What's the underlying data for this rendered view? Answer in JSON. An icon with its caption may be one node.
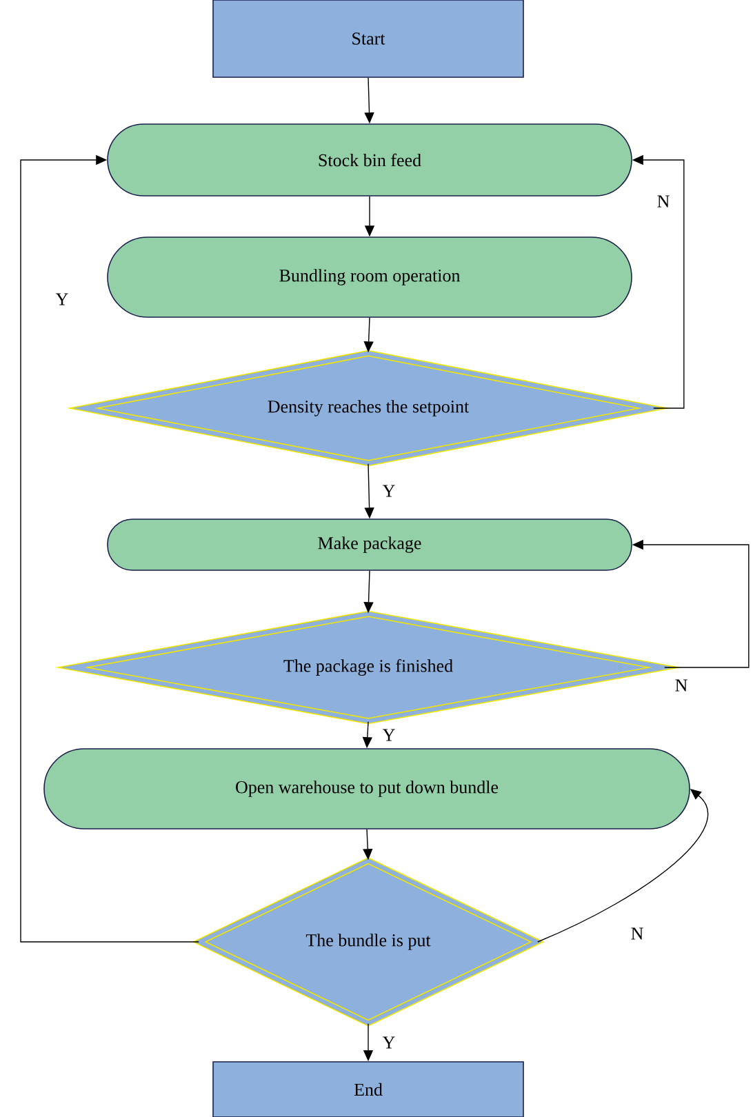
{
  "diagram": {
    "nodes": [
      {
        "text": [
          "Start"
        ]
      },
      {
        "text": [
          "Stock bin feed"
        ]
      },
      {
        "text": [
          "Bundling room operation"
        ]
      },
      {
        "text": [
          "Density reaches the setpoint"
        ]
      },
      {
        "text": [
          "Make package"
        ]
      },
      {
        "text": [
          "The package is finished"
        ]
      },
      {
        "text": [
          "Open warehouse to put down bundle"
        ]
      },
      {
        "text": [
          "The bundle is put"
        ]
      },
      {
        "text": [
          "End"
        ]
      }
    ],
    "edges": [
      {
        "from": 0,
        "to": 1,
        "arrow": "to"
      },
      {
        "from": 1,
        "to": 2,
        "arrow": "to"
      },
      {
        "from": 2,
        "to": 3,
        "arrow": "to"
      },
      {
        "from": 3,
        "to": 4,
        "arrow": "to",
        "label": "Y"
      },
      {
        "from": 3,
        "to": 1,
        "arrow": "to",
        "label": "N"
      },
      {
        "from": 4,
        "to": 5,
        "arrow": "to"
      },
      {
        "from": 5,
        "to": 6,
        "arrow": "to",
        "label": "Y"
      },
      {
        "from": 5,
        "to": 4,
        "arrow": "to",
        "label": "N"
      },
      {
        "from": 6,
        "to": 7,
        "arrow": "to"
      },
      {
        "from": 7,
        "to": 8,
        "arrow": "to",
        "label": "Y"
      },
      {
        "from": 7,
        "to": 6,
        "arrow": "to",
        "label": "N"
      },
      {
        "from": 7,
        "to": 1,
        "arrow": "to",
        "label": "Y"
      }
    ]
  }
}
